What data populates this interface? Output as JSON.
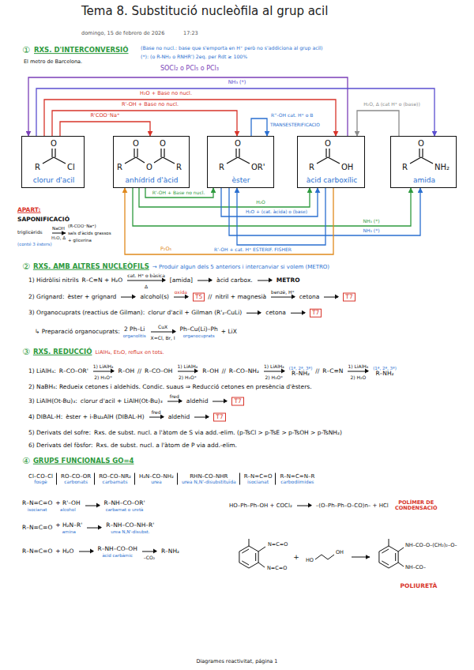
{
  "diagram": {
    "title": "Tema 8. Substitució nucleòfila al grup acil",
    "nodes": [
      {
        "text": [
          "O",
          "R",
          "Cl",
          "clorur d'acil"
        ]
      },
      {
        "text": [
          "O",
          "O",
          "R",
          "O",
          "R",
          "anhídrid d'àcid"
        ]
      },
      {
        "text": [
          "O",
          "R",
          "OR'",
          "èster"
        ]
      },
      {
        "text": [
          "O",
          "R",
          "OH",
          "àcid carboxílic"
        ]
      },
      {
        "text": [
          "O",
          "R",
          "NH₂",
          "amida"
        ]
      }
    ],
    "edges": [
      {
        "from": 3,
        "to": 0,
        "arrow": "to",
        "label": "SOCl₂ o PCl₅ o PCl₃"
      },
      {
        "from": 0,
        "to": 4,
        "arrow": "to",
        "label": "NH₃ (*)"
      },
      {
        "from": 0,
        "to": 3,
        "arrow": "to",
        "label": "H₂O + Base no nucl."
      },
      {
        "from": 0,
        "to": 2,
        "arrow": "to",
        "label": "R'-OH + Base no nucl."
      },
      {
        "from": 0,
        "to": 1,
        "arrow": "to",
        "label": "R'COO⁻Na⁺"
      },
      {
        "from": 2,
        "to": 2,
        "arrow": "to",
        "label": "R''-OH cat. H⁺ o B"
      },
      {
        "from": 4,
        "to": 3,
        "arrow": "to",
        "label": "H₂O, Δ (cat H⁺ o (base))"
      },
      {
        "from": 1,
        "to": 2,
        "arrow": "to",
        "label": "R'-OH + Base no nucl."
      },
      {
        "from": 1,
        "to": 3,
        "arrow": "to",
        "label": "H₂O"
      },
      {
        "from": 2,
        "to": 3,
        "arrow": "to",
        "label": "H₂O + (cat. àcida) o (base)"
      },
      {
        "from": 1,
        "to": 4,
        "arrow": "to",
        "label": "NH₃ (*)"
      },
      {
        "from": 2,
        "to": 4,
        "arrow": "to",
        "label": "NH₃ (*)"
      },
      {
        "from": 3,
        "to": 2,
        "arrow": "to",
        "label": "R'-OH + cat. H⁺ ESTERIF. FISHER"
      },
      {
        "from": 3,
        "to": 1,
        "arrow": "to",
        "label": "P₂O₅"
      }
    ],
    "labels": [
      "domingo, 15 de febrero de 2026",
      "17:23",
      "①",
      "RXS. D'INTERCONVERSIÓ",
      "(Base no nucl.: base que s'emporta en H⁺ però no s'addiciona al grup acil)",
      "(*): (o R-NH₂ o RNHR') 2eq. per Rdt ≥ 100%",
      "El metro de Barcelona.",
      "TRANSESTERIFICACIÓ",
      "APART:",
      "SAPONIFICACIÓ",
      "triglicèrids",
      "(conté 3 èsters)",
      "NaOH",
      "H₂O, Δ",
      "(R-COO⁻Na⁺)",
      "sals d'àcids grassos",
      "+ glicerina",
      "②",
      "RXS. AMB ALTRES NUCLEÒFILS",
      "→ Produir algun dels 5 anteriors i intercanviar si volem (METRO)",
      "1) Hidròlisi nitrils",
      "R–C≡N + H₂O",
      "cat. H⁺ o bàsica",
      "Δ",
      "[amida]",
      "àcid carbox.",
      "METRO",
      "2) Grignard:",
      "èster + grignard",
      "alcohol(s)",
      "oxida",
      "T5",
      "//",
      "nitril + magnesià",
      "benzè, H⁺",
      "cetona",
      "T7",
      "3) Organocuprats (reactius de Gilman):",
      "clorur d'acil + Gilman (R'₂-CuLi)",
      "cetona",
      "T7",
      "↳ Preparació organocuprats:",
      "2 Ph–Li",
      "organolitis",
      "CuX",
      "X=Cl, Br, I",
      "Ph–Cu(Li)–Ph",
      "organocuprats",
      "+ LiX",
      "③",
      "RXS. REDUCCIÓ",
      "1) LiAlH₄:",
      "R–CO–OR'",
      "1) LiAlH₄",
      "2) H₃O⁺",
      "R–OH",
      "//",
      "R–CO–OH",
      "1) LiAlH₄",
      "2) H₃O⁺",
      "R–OH",
      "//",
      "R–CO–NH₂",
      "1) LiAlH₄",
      "2) H₃O⁺",
      "R–NH₂",
      "//",
      "R–C≡N",
      "1) LiAlH₄",
      "2) H₂O",
      "R–NH₂",
      "LiAlH₄, Et₂O, reflux en tots.",
      "(1ª, 2ª, 3ª)",
      "(1ª, 2ª, 3ª)",
      "2) NaBH₄: Redueix cetones i aldehids. Condic. suaus ⇒ Reducció cetones en presència d'èsters.",
      "3) LiAlH(Ot-Bu)₃:",
      "clorur d'acil + LiAlH(Ot-Bu)₃",
      "fred",
      "aldehid",
      "T7",
      "4) DIBAL-H:",
      "èster + i-Bu₂AlH (DIBAL-H)",
      "fred",
      "aldehid",
      "T7",
      "5) Derivats del sofre:",
      "Rxs. de subst. nucl. a l'àtom de S via add.-elim. (p-TsCl > p-TsE > p-TsOH > p-TsNH₂)",
      "6) Derivats del fòsfor:",
      "Rxs. de subst. nucl. a l'àtom de P via add.-elim.",
      "④",
      "GRUPS FUNCIONALS GO=4",
      "Cl–CO–Cl",
      "fosgè",
      "RO–CO–OR",
      "carbonats",
      "RO–CO–NR₂",
      "carbamats",
      "H₂N–CO–NH₂",
      "urea",
      "RHN–CO–NHR",
      "urea N,N'-disubstituïda",
      "R–N=C=O",
      "isocianat",
      "R–N=C=N–R",
      "carbodiimides",
      "R–N=C=O",
      "isocianat",
      "+ R'–OH",
      "alcohol",
      "R–NH–CO–OR'",
      "carbamat o uretà",
      "R–N=C=O",
      "+ H₂N–R'",
      "amina",
      "R–NH–CO–NH–R'",
      "urea N,N'-disubst.",
      "R–N=C=O",
      "+ H₂O",
      "R–NH–CO–OH",
      "àcid carbàmic",
      "–CO₂",
      "R–NH₂",
      "HO–Ph–Ph–OH + COCl₂",
      "–(O–Ph–Ph–O–CO)n– + HCl",
      "POLÍMER DE CONDENSACIÓ",
      "N=C=O",
      "N=C=O",
      "+",
      "HO",
      "OH",
      "NH–CO–O–(CH₂)₂–O–",
      "NH–CO–",
      "POLIURETÀ",
      "Diagrames reactivitat, página 1"
    ]
  }
}
